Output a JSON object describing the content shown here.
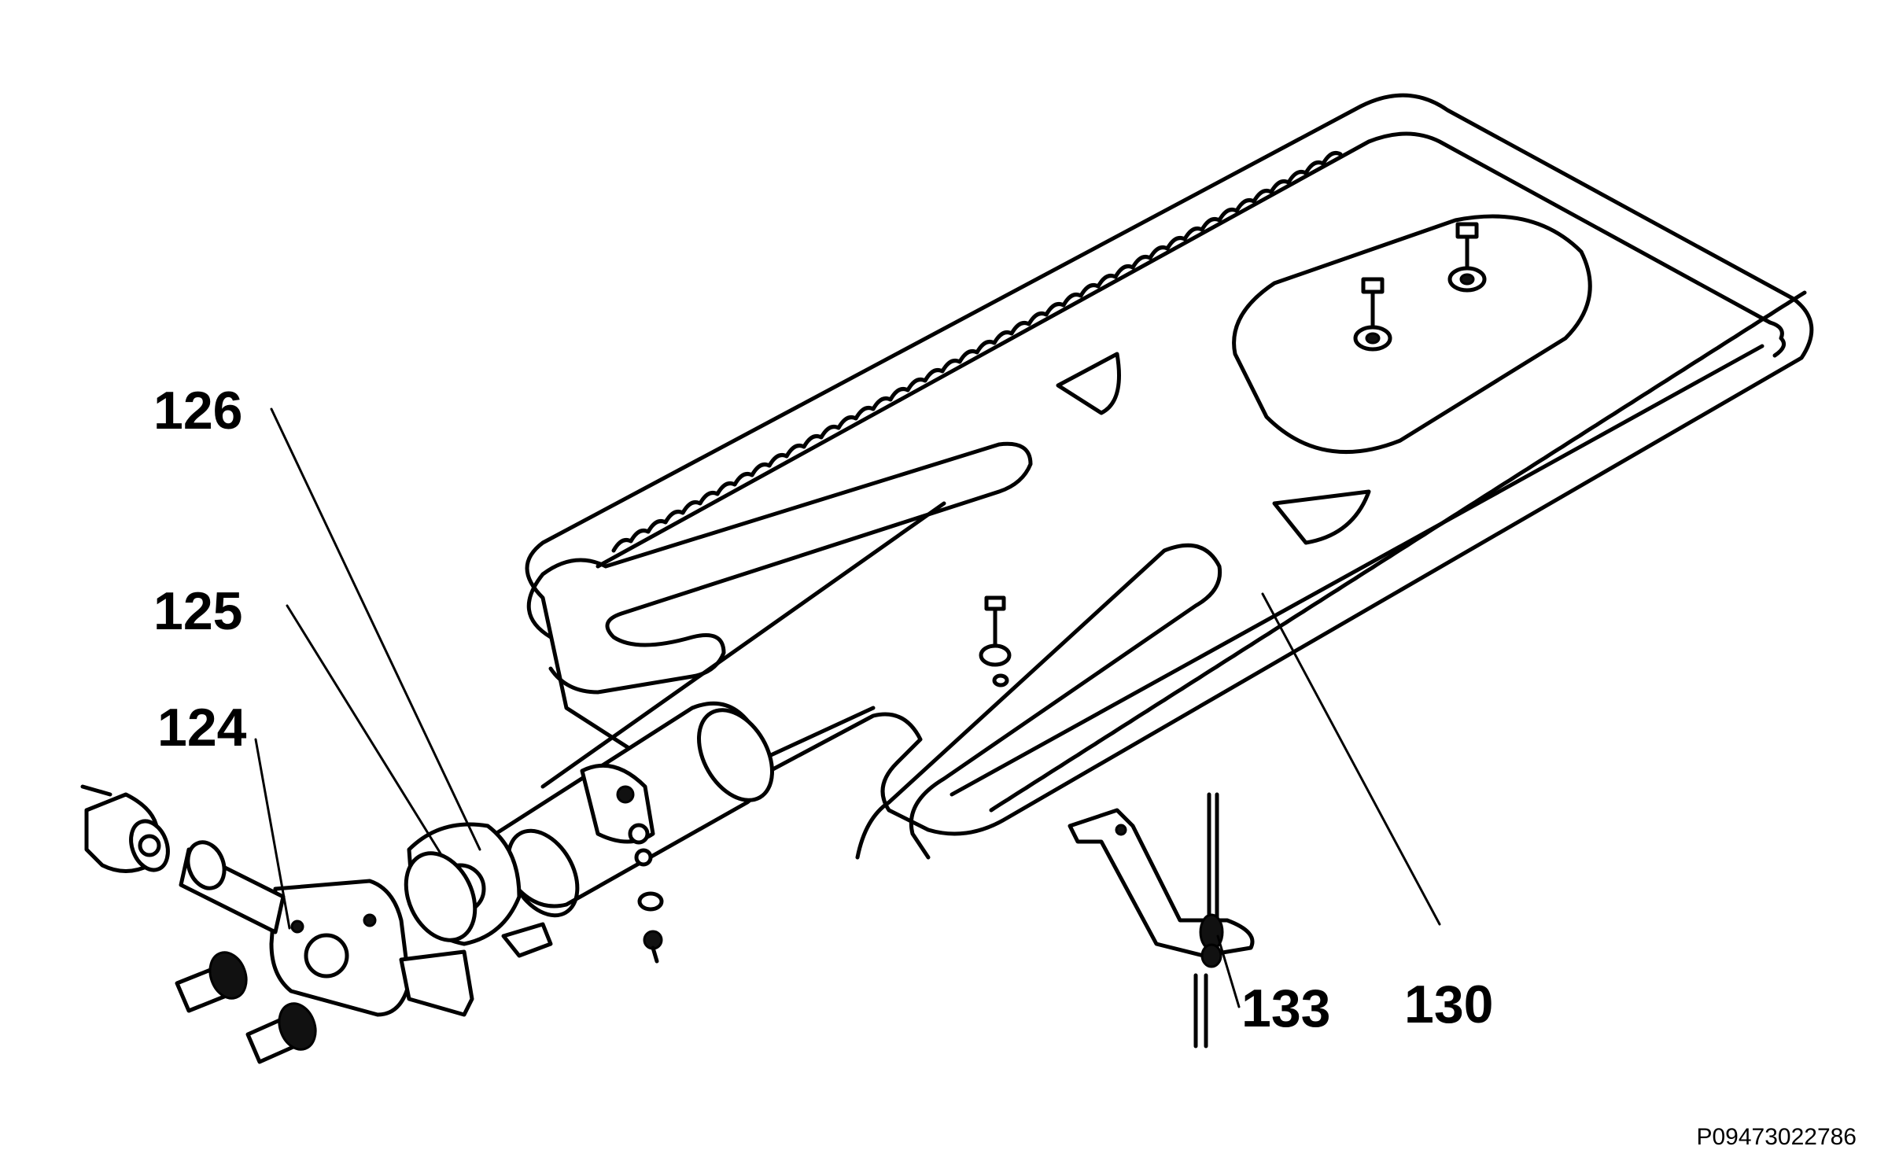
{
  "diagram": {
    "callouts": [
      {
        "id": "126",
        "label": "126"
      },
      {
        "id": "125",
        "label": "125"
      },
      {
        "id": "124",
        "label": "124"
      },
      {
        "id": "133",
        "label": "133"
      },
      {
        "id": "130",
        "label": "130"
      }
    ],
    "reference_code": "P09473022786"
  }
}
